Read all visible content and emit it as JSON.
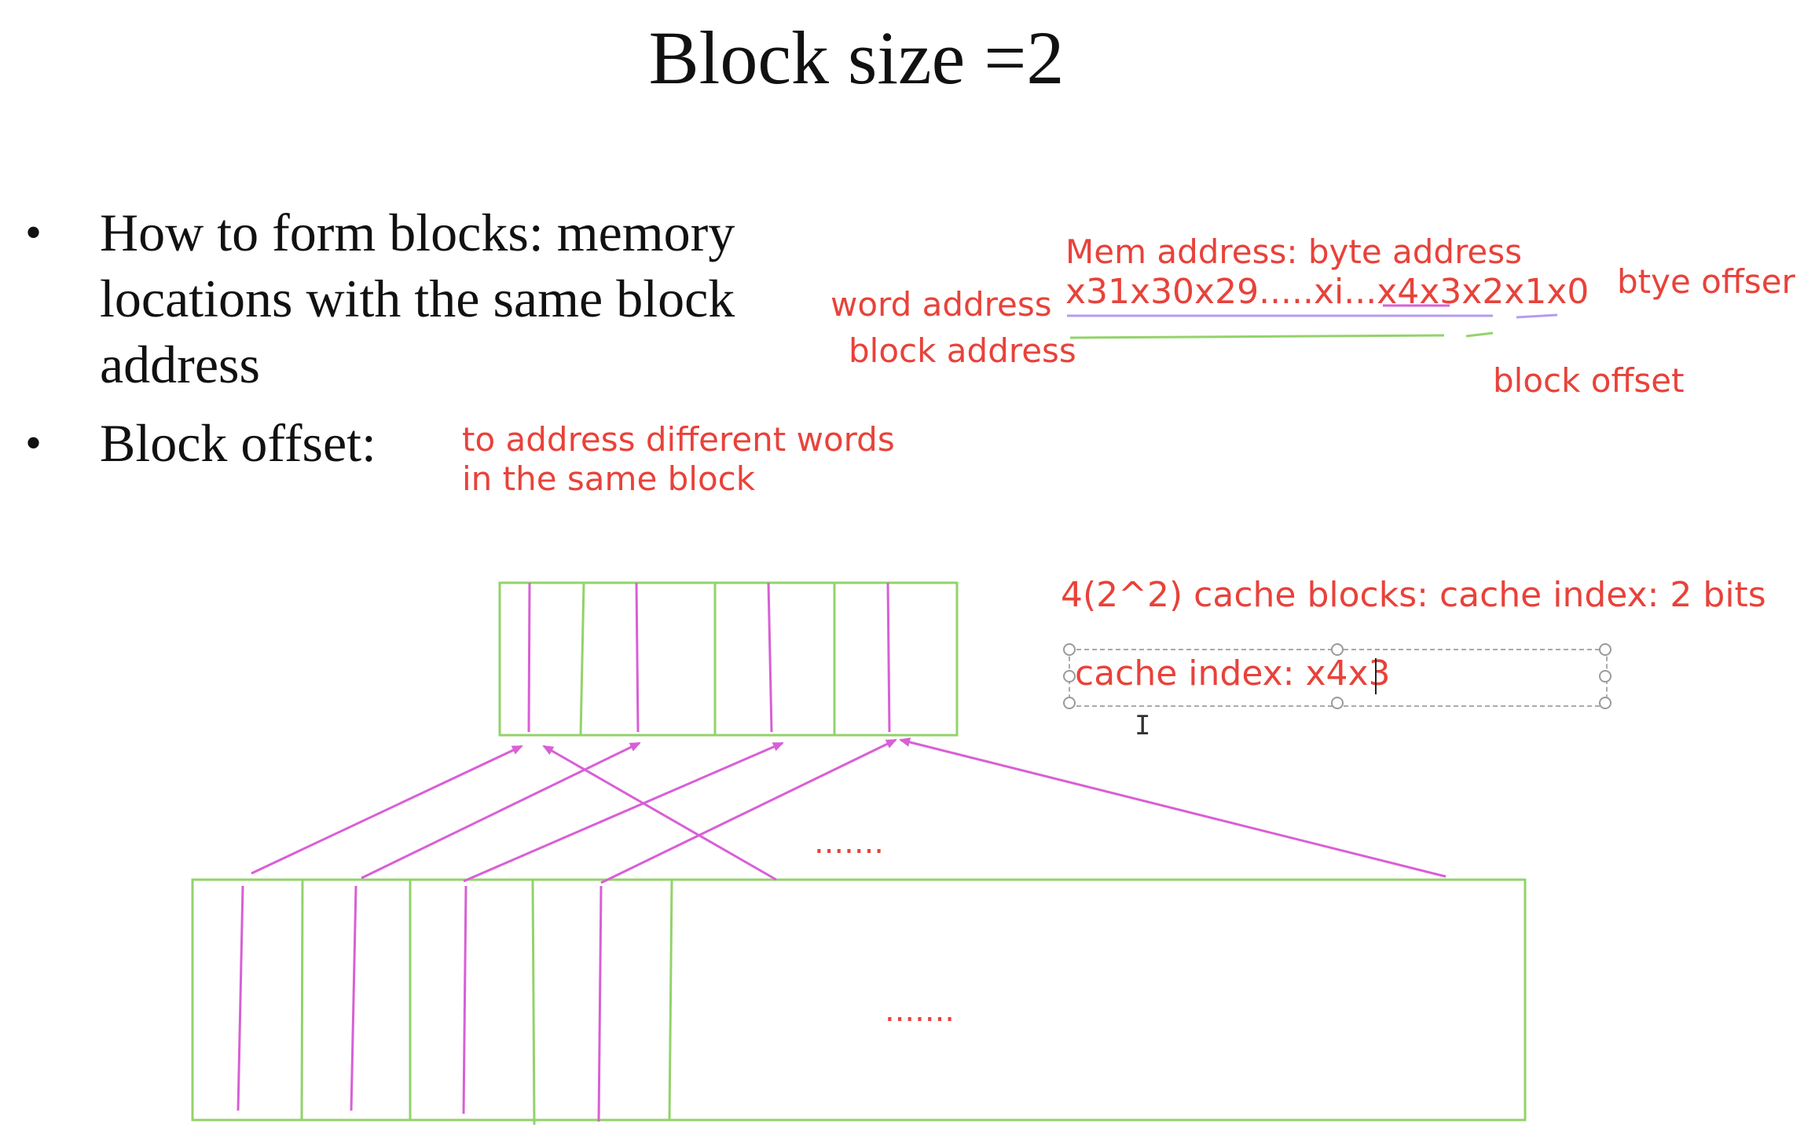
{
  "title": "Block size =2",
  "bullets": [
    {
      "lines": [
        "How to form blocks: memory",
        "locations with the same block",
        "address"
      ]
    },
    {
      "lines": [
        "Block offset:"
      ]
    }
  ],
  "annotations": {
    "block_offset_note_line1": "to address different words",
    "block_offset_note_line2": "in the same block",
    "mem_address_label": "Mem address: byte address",
    "address_bits": "x31x30x29.....xi...x4x3x2x1x0",
    "byte_offset_label": "btye offser",
    "word_address_label": "word address",
    "block_address_label": "block address",
    "block_offset_label": "block offset",
    "cache_blocks_note": "4(2^2) cache blocks: cache index: 2 bits",
    "cache_index_text": "cache index: x4x3",
    "cache_ellipsis": ".......",
    "memory_ellipsis": "......."
  },
  "colors": {
    "annotation_red": "#e8423a",
    "box_green": "#92d36a",
    "arrow_magenta": "#d95fd6",
    "underline_purple": "#b59cf0"
  }
}
